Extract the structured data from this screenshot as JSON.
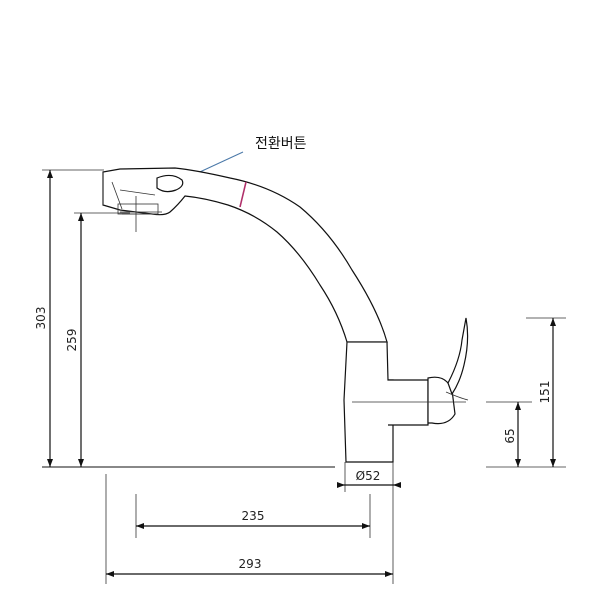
{
  "callout": {
    "label": "전환버튼"
  },
  "dimensions": {
    "total_height": "303",
    "spout_height": "259",
    "lever_height": "151",
    "lever_axis_height": "65",
    "base_diameter": "Ø52",
    "spout_reach": "235",
    "total_length": "293"
  },
  "colors": {
    "line": "#111111",
    "callout_line": "#4a78a8",
    "accent_band": "#b0306a"
  }
}
